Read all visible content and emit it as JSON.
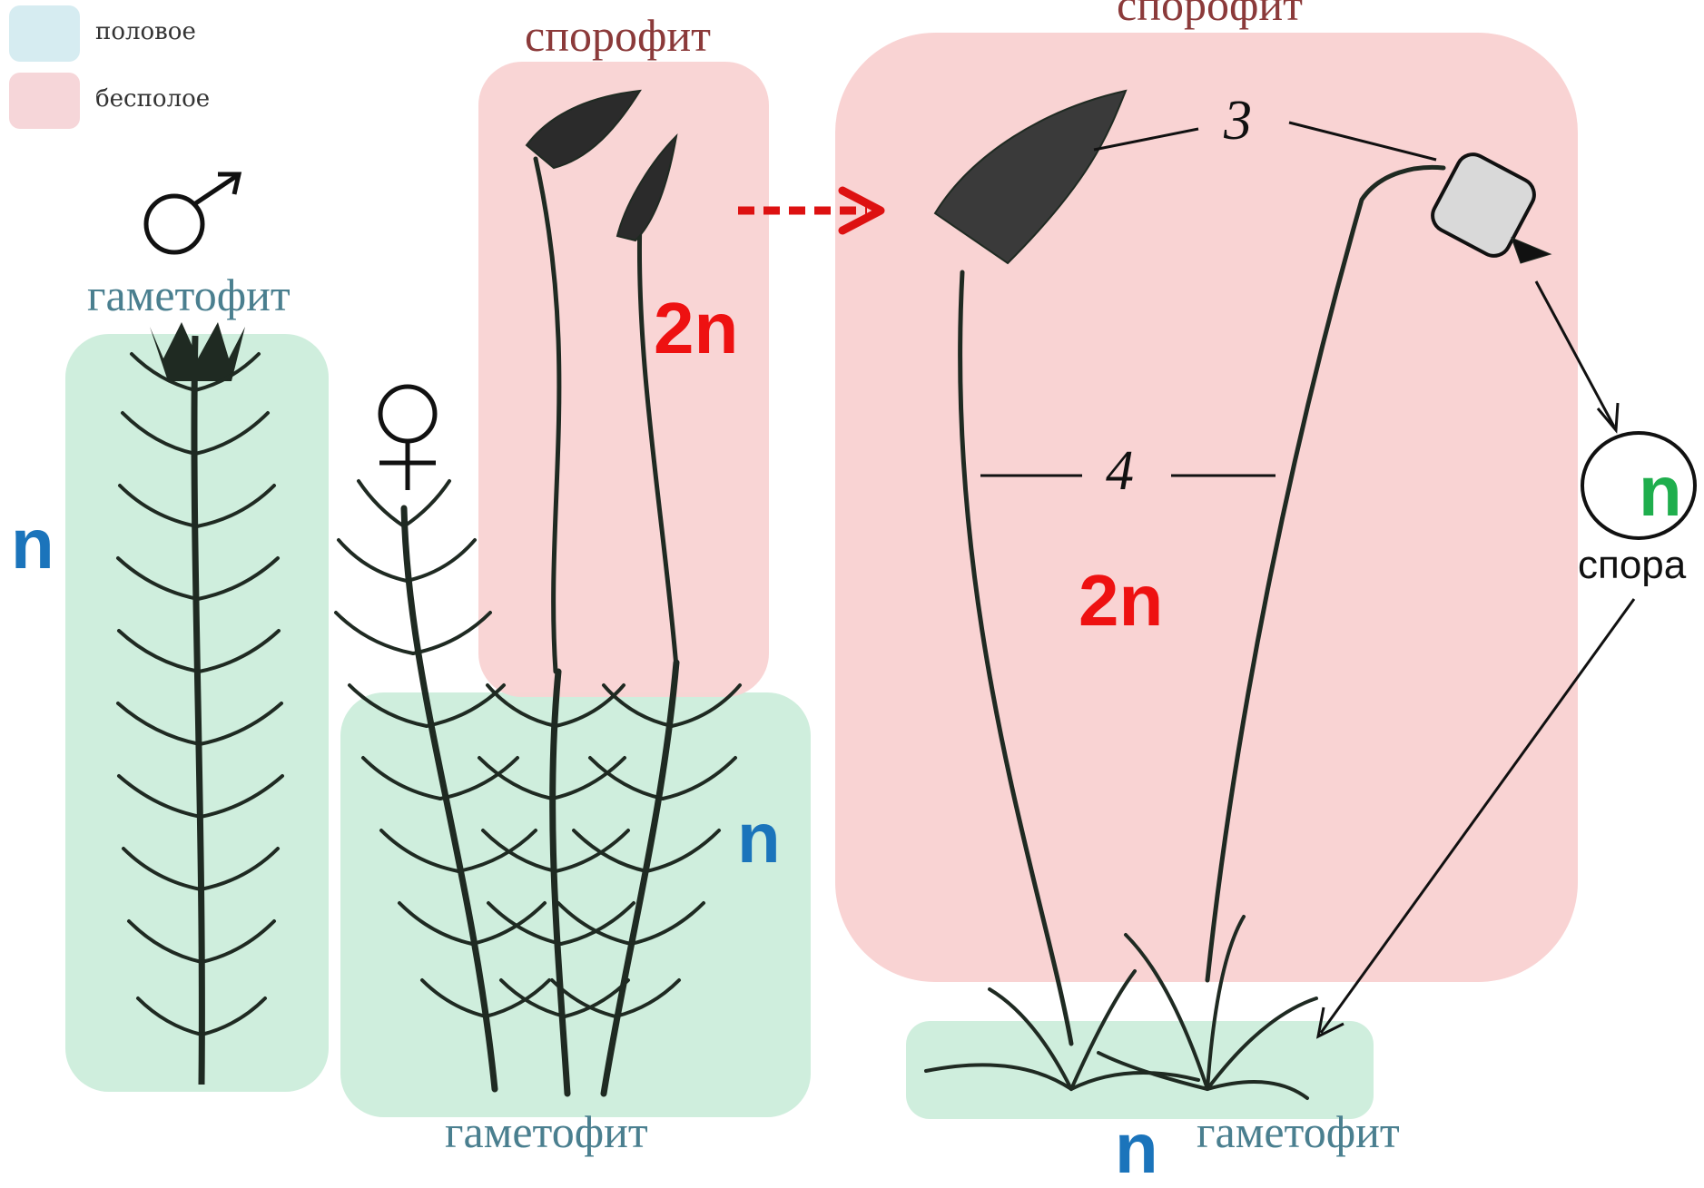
{
  "legend": [
    {
      "label": "половое",
      "color": "#d6ecf1"
    },
    {
      "label": "бесполое",
      "color": "#f6d6d9"
    }
  ],
  "labels": {
    "gametophyte_left": "гаметофит",
    "gametophyte_center": "гаметофит",
    "gametophyte_right": "гаметофит",
    "sporophyte_center": "спорофит",
    "sporophyte_right": "спорофит",
    "spore": "спора"
  },
  "ploidy": {
    "haploid": "n",
    "diploid": "2n"
  },
  "symbols": {
    "male": "♂",
    "female": "♀"
  },
  "markers": {
    "capsule": "3",
    "stalk": "4"
  },
  "colors": {
    "gametophyte_zone": "#cfeedd",
    "sporophyte_zone": "#f9d3d3",
    "haploid_text": "#1b74bb",
    "diploid_text": "#ee1111",
    "spore_n_text": "#1fae4d",
    "arrow_red": "#dd1111"
  }
}
